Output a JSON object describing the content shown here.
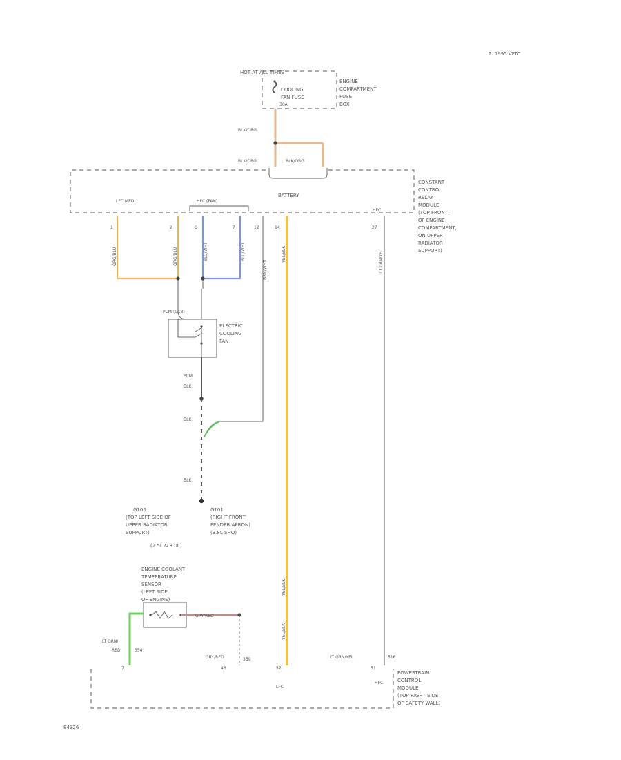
{
  "header": {
    "page_ref": "2. 1995 VFTC"
  },
  "fuse_box": {
    "hot_label": "HOT AT ALL TIMES",
    "fuse_name_1": "COOLING",
    "fuse_name_2": "FAN FUSE",
    "fuse_rating": "30A",
    "location_lines": [
      "ENGINE",
      "COMPARTMENT",
      "FUSE",
      "BOX"
    ]
  },
  "wires": {
    "fuse_out": "BLK/ORG",
    "splice_left": "BLK/ORG",
    "splice_right": "BLK/ORG",
    "w1": "ORG/BLU",
    "w2": "ORG/BLU",
    "w6": "BLU/WHT",
    "w7": "BLU/WHT",
    "w12": "BRN/WHT",
    "w14": "YEL/BLK",
    "w27": "LT GRN/YEL",
    "fan_out": "BLK",
    "gnd_1": "BLK",
    "gnd_2": "BLK",
    "tail_mid": "YEL/BLK",
    "sensor_left": "LT GRN/RED",
    "sensor_right": "GRY/RED",
    "sensor_rtn": "GRY/RED",
    "pcm_right": "LT GRN/YEL"
  },
  "relay_module": {
    "battery": "BATTERY",
    "lfc_label": "LFC MED",
    "hfc_label": "HFC (FAN)",
    "right_label": "HFC",
    "pins": [
      "1",
      "2",
      "6",
      "7",
      "12",
      "14",
      "27"
    ],
    "location_lines": [
      "CONSTANT",
      "CONTROL",
      "RELAY",
      "MODULE",
      "(TOP FRONT",
      "OF ENGINE",
      "COMPARTMENT,",
      "ON UPPER",
      "RADIATOR",
      "SUPPORT)"
    ]
  },
  "fan": {
    "plug": "PCM (G13)",
    "lines": [
      "ELECTRIC",
      "COOLING",
      "FAN"
    ],
    "connector": "PCM",
    "wire": "BLK"
  },
  "grounds": {
    "g1_id": "G106",
    "g1_lines": [
      "(TOP LEFT SIDE OF",
      "UPPER RADIATOR",
      "SUPPORT)"
    ],
    "g1_engine": "(2.5L & 3.0L)",
    "g2_id": "G101",
    "g2_lines": [
      "(RIGHT FRONT",
      "FENDER APRON)",
      "(3.8L SHO)"
    ]
  },
  "sensor": {
    "lines": [
      "ENGINE COOLANT",
      "TEMPERATURE",
      "SENSOR",
      "(LEFT SIDE",
      "OF ENGINE)"
    ]
  },
  "pcm": {
    "wire_left_1": "LT GRN/",
    "wire_left_2": "RED",
    "circ_354": "354",
    "pin_7": "7",
    "wire_mid_1": "GRY/RED",
    "pin_46": "46",
    "circ_359": "359",
    "pin_52": "52",
    "lfc": "LFC",
    "wire_right": "LT GRN/YEL",
    "circ_516": "516",
    "pin_51": "51",
    "hfc": "HFC",
    "location_lines": [
      "POWERTRAIN",
      "CONTROL",
      "MODULE",
      "(TOP RIGHT SIDE",
      "OF SAFETY WALL)"
    ]
  },
  "footer": {
    "code": "84326"
  }
}
